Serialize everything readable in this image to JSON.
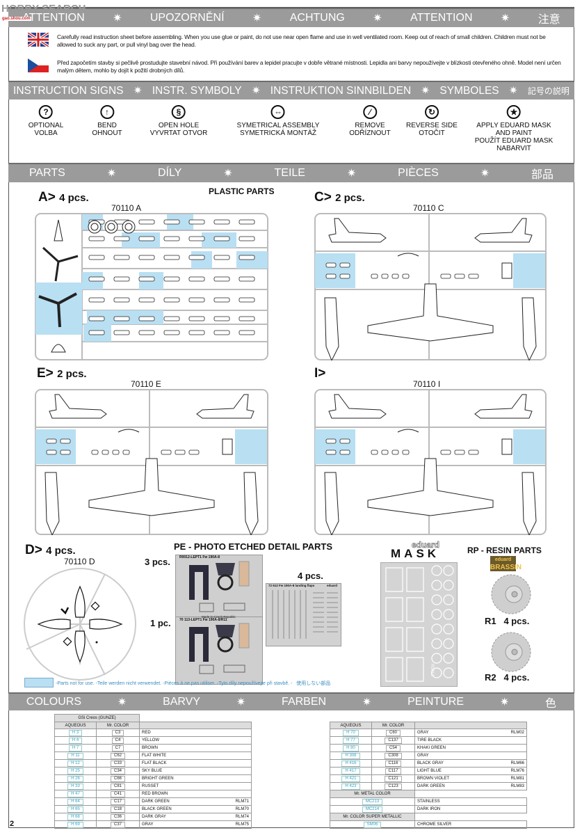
{
  "watermark": {
    "brand": "HOBBY SEARCH",
    "site": "gao.shou.com"
  },
  "attention_bar": [
    "ATTENTION",
    "UPOZORNĚNÍ",
    "ACHTUNG",
    "ATTENTION",
    "注意"
  ],
  "warnings": [
    {
      "flag": "uk-flag-icon",
      "text": "Carefully read instruction sheet before assembling. When you use glue or paint, do not use near open flame and use in well ventilated room. Keep out of reach of small children. Children must not be allowed to suck any part, or pull vinyl bag over the head."
    },
    {
      "flag": "czech-flag-icon",
      "text": "Před započetím stavby si pečlivě prostudujte stavební návod. Při používání barev a lepidel pracujte v dobře větrané místnosti. Lepidla ani barvy nepoužívejte v blízkosti otevřeného ohně. Model není určen malým dětem, mohlo by dojít k požití drobných dílů."
    }
  ],
  "signs_bar": [
    "INSTRUCTION SIGNS",
    "INSTR. SYMBOLY",
    "INSTRUKTION SINNBILDEN",
    "SYMBOLES",
    "記号の説明"
  ],
  "signs": [
    {
      "icon": "question-icon",
      "glyph": "?",
      "l1": "OPTIONAL",
      "l2": "VOLBA"
    },
    {
      "icon": "bend-arrow-icon",
      "glyph": "↑",
      "l1": "BEND",
      "l2": "OHNOUT"
    },
    {
      "icon": "drill-icon",
      "glyph": "§",
      "l1": "OPEN HOLE",
      "l2": "VYVRTAT OTVOR"
    },
    {
      "icon": "symmetry-icon",
      "glyph": "⇔",
      "l1": "SYMETRICAL ASSEMBLY",
      "l2": "SYMETRICKÁ MONTÁŽ"
    },
    {
      "icon": "knife-icon",
      "glyph": "⁄",
      "l1": "REMOVE",
      "l2": "ODŘÍZNOUT"
    },
    {
      "icon": "reverse-icon",
      "glyph": "↻",
      "l1": "REVERSE SIDE",
      "l2": "OTOČIT"
    },
    {
      "icon": "star-icon",
      "glyph": "★",
      "l1": "APPLY EDUARD MASK",
      "l2": "AND PAINT",
      "l3": "POUŽÍT EDUARD MASK",
      "l4": "NABARVIT"
    }
  ],
  "parts_bar": [
    "PARTS",
    "DÍLY",
    "TEILE",
    "PIÈCES",
    "部品"
  ],
  "plastic_title": "PLASTIC PARTS",
  "sprues": {
    "A": {
      "letter": "A>",
      "qty": "4 pcs.",
      "code": "70110 A"
    },
    "C": {
      "letter": "C>",
      "qty": "2 pcs.",
      "code": "70110 C"
    },
    "E": {
      "letter": "E>",
      "qty": "2 pcs.",
      "code": "70110 E"
    },
    "I": {
      "letter": "I>",
      "qty": "",
      "code": "70110 I"
    },
    "D": {
      "letter": "D>",
      "qty": "4 pcs.",
      "code": "70110 D"
    }
  },
  "pe": {
    "title": "PE - PHOTO ETCHED DETAIL PARTS",
    "sheet1_qty": "3 pcs.",
    "sheet1_code": "R0012-LEPT1  Fw 190A-8",
    "sheet2_qty": "1 pc.",
    "sheet2_code": "70 113-LEPT1  Fw 190A-8/R11",
    "sheet3_qty": "4 pcs.",
    "sheet3_code": "72 612  Fw 190A-8 landing flaps",
    "made_in": "Made in Czech Republic",
    "brand": "eduard"
  },
  "mask": {
    "brand": "eduard",
    "title": "MASK",
    "code": "R0012"
  },
  "resin": {
    "title": "RP - RESIN PARTS",
    "logo_top": "eduard",
    "logo": "BRASSIN",
    "r1": "R1",
    "r1_qty": "4 pcs.",
    "r2": "R2",
    "r2_qty": "4 pcs."
  },
  "not_for_use": {
    "text": "-Parts not for use. -Teile werden nicht verwendet. -Pièces à ne pas utiliser. -Tyto díly nepoužívejte při stavbě. -",
    "jp": "使用しない部品",
    "color": "#b9dff2"
  },
  "colours_bar": [
    "COLOURS",
    "BARVY",
    "FARBEN",
    "PEINTURE",
    "色"
  ],
  "colours_left": {
    "brand": "GSi Creos (GUNZE)",
    "col_aqueous": "AQUEOUS",
    "col_mr": "Mr. COLOR",
    "rows": [
      {
        "h": "H 3",
        "c": "C3",
        "name": "RED",
        "rlm": ""
      },
      {
        "h": "H 4",
        "c": "C4",
        "name": "YELLOW",
        "rlm": ""
      },
      {
        "h": "H 7",
        "c": "C7",
        "name": "BROWN",
        "rlm": ""
      },
      {
        "h": "H 11",
        "c": "C62",
        "name": "FLAT WHITE",
        "rlm": ""
      },
      {
        "h": "H 12",
        "c": "C33",
        "name": "FLAT BLACK",
        "rlm": ""
      },
      {
        "h": "H 25",
        "c": "C34",
        "name": "SKY BLUE",
        "rlm": ""
      },
      {
        "h": "H 26",
        "c": "C66",
        "name": "BRIGHT GREEN",
        "rlm": ""
      },
      {
        "h": "H 33",
        "c": "C81",
        "name": "RUSSET",
        "rlm": ""
      },
      {
        "h": "H 47",
        "c": "C41",
        "name": "RED BROWN",
        "rlm": ""
      },
      {
        "h": "H 64",
        "c": "C17",
        "name": "DARK GREEN",
        "rlm": "RLM71"
      },
      {
        "h": "H 65",
        "c": "C18",
        "name": "BLACK GREEN",
        "rlm": "RLM70"
      },
      {
        "h": "H 68",
        "c": "C36",
        "name": "DARK GRAY",
        "rlm": "RLM74"
      },
      {
        "h": "H 69",
        "c": "C37",
        "name": "GRAY",
        "rlm": "RLM75"
      }
    ]
  },
  "colours_right": {
    "col_aqueous": "AQUEOUS",
    "col_mr": "Mr. COLOR",
    "rows": [
      {
        "h": "H 70",
        "c": "C60",
        "name": "GRAY",
        "rlm": "RLM02"
      },
      {
        "h": "H 77",
        "c": "C137",
        "name": "TIRE BLACK",
        "rlm": ""
      },
      {
        "h": "H 80",
        "c": "C54",
        "name": "KHAKI GREEN",
        "rlm": ""
      },
      {
        "h": "H 308",
        "c": "C308",
        "name": "GRAY",
        "rlm": ""
      },
      {
        "h": "H 416",
        "c": "C116",
        "name": "BLACK GRAY",
        "rlm": "RLM66"
      },
      {
        "h": "H 417",
        "c": "C117",
        "name": "LIGHT BLUE",
        "rlm": "RLM76"
      },
      {
        "h": "H 421",
        "c": "C121",
        "name": "BROWN VIOLET",
        "rlm": "RLM81"
      },
      {
        "h": "H 423",
        "c": "C123",
        "name": "DARK GREEN",
        "rlm": "RLM83"
      }
    ],
    "metal_title": "Mr. METAL COLOR",
    "metal": [
      {
        "code": "MC213",
        "name": "STAINLESS"
      },
      {
        "code": "MC214",
        "name": "DARK IRON"
      }
    ],
    "super_title": "Mr. COLOR SUPER METALLIC",
    "super": [
      {
        "code": "SM06",
        "name": "CHROME SILVER"
      }
    ]
  },
  "page_number": "2",
  "colors": {
    "bar": "#9b9b9b",
    "not_for_use": "#b9dff2",
    "code": "#3aa0c8"
  }
}
